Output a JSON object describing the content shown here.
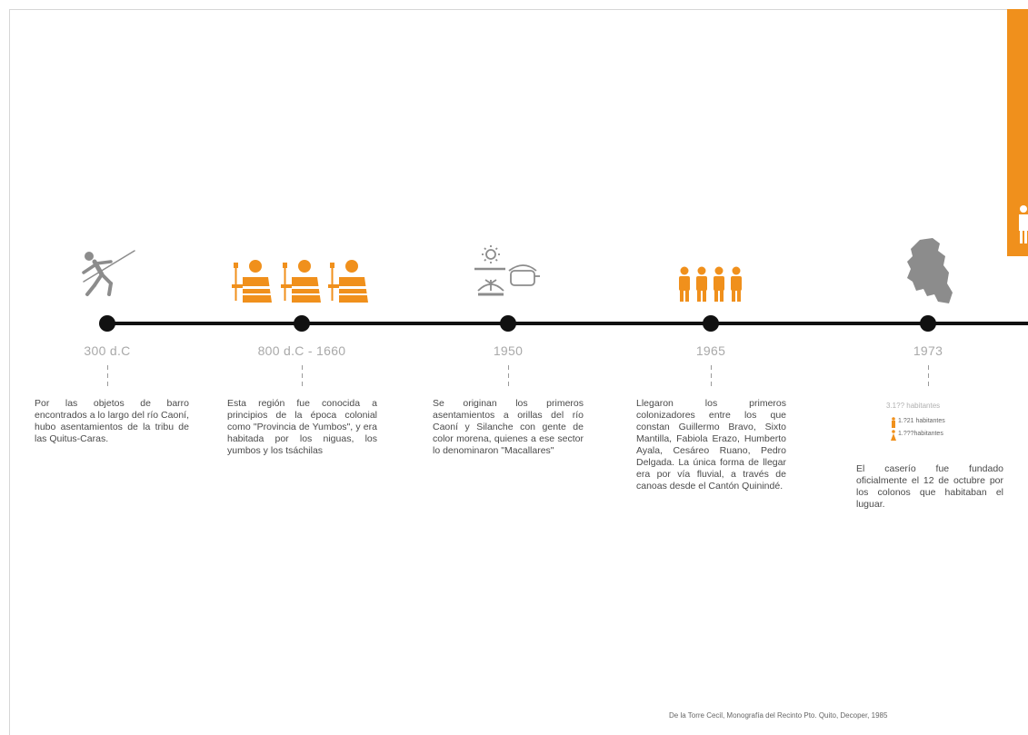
{
  "colors": {
    "accent": "#f0901c",
    "line": "#111111",
    "icon_gray": "#8c8c8c",
    "year_text": "#a9a9a9"
  },
  "events": [
    {
      "year": "300 d.C",
      "icon": "hunter-with-spear-icon",
      "text": "Por las objetos de barro encontrados a lo largo del río Caoní, hubo asentamientos de la tribu de las Quitus-Caras."
    },
    {
      "year": "800 d.C - 1660",
      "icon": "indigenous-people-with-torches-icon",
      "text": "Esta región fue conocida a principios de la época colonial como \"Provincia de Yumbos\", y era habitada por los niguas, los yumbos y los tsáchilas"
    },
    {
      "year": "1950",
      "icon": "sun-pot-plant-icon",
      "text": "Se originan los primeros asentamientos a orillas del río Caoní y Silanche con gente de color morena, quienes a ese sector lo denominaron \"Macallares\""
    },
    {
      "year": "1965",
      "icon": "four-people-icon",
      "text": "Llegaron los primeros colonizadores entre los que constan Guillermo Bravo, Sixto Mantilla, Fabiola Erazo, Humberto Ayala, Cesáreo Ruano, Pedro Delgada. La única forma de llegar era por vía fluvial, a través de canoas desde el Cantón Quinindé."
    },
    {
      "year": "1973",
      "icon": "territory-map-icon",
      "text": "El caserío fue fundado oficialmente el 12 de octubre por los colonos que habitaban el luguar.",
      "population_total": "3.1?? habitantes",
      "population_men": "1.?21 habitantes",
      "population_women": "1.???habitantes"
    }
  ],
  "source": "De la Torre Cecil, Monografía del Recinto Pto. Quito, Decoper, 1985"
}
